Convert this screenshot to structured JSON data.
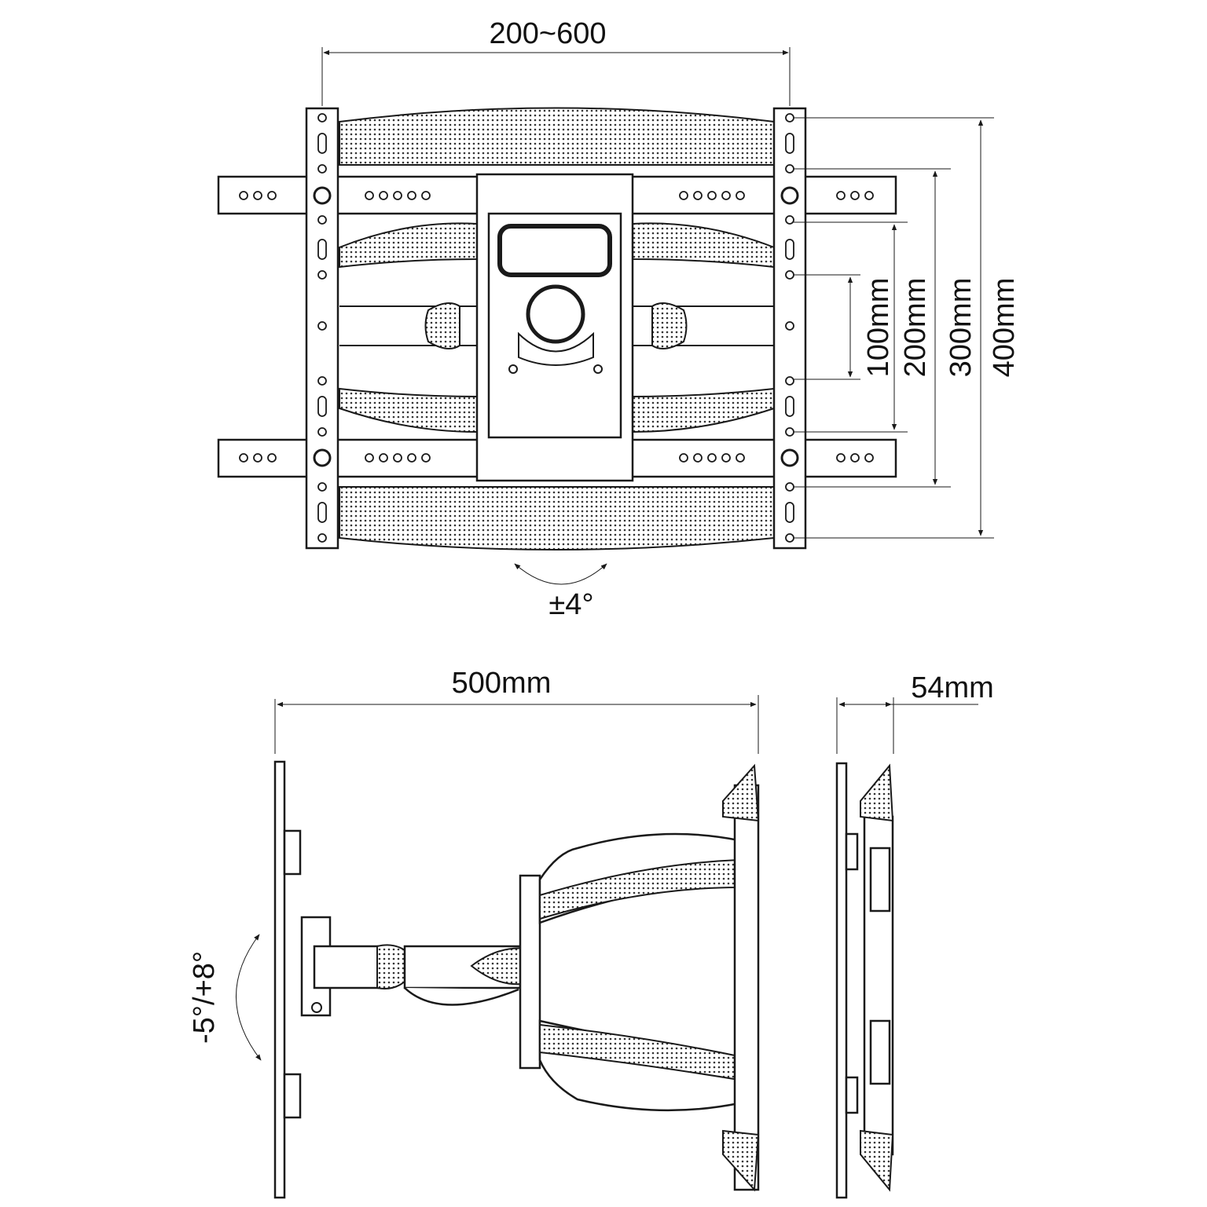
{
  "front_view": {
    "width_range_label": "200~600",
    "vertical_labels": [
      "100mm",
      "200mm",
      "300mm",
      "400mm"
    ],
    "swivel_label": "±4°"
  },
  "side_view": {
    "extension_label": "500mm",
    "tilt_label": "-5°/+8°"
  },
  "profile_view": {
    "depth_label": "54mm"
  },
  "colors": {
    "line": "#1a1a1a",
    "background": "#ffffff"
  }
}
